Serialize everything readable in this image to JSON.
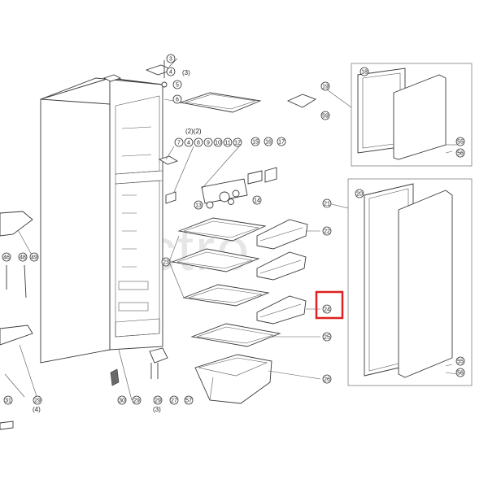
{
  "watermark": "electro",
  "highlight_color": "#e02020",
  "highlighted_callout": "24",
  "callouts": {
    "c3": "3",
    "c4": "4",
    "c5": "5",
    "c6": "6",
    "c7": "7",
    "c8": "8",
    "c9": "9",
    "c10": "10",
    "c11": "11",
    "c12": "12",
    "c13": "13",
    "c14": "14",
    "c15": "15",
    "c16": "16",
    "c17": "17",
    "c18": "18",
    "c19": "19",
    "c20": "20",
    "c21": "21",
    "c22": "22",
    "c23": "23",
    "c24": "24",
    "c25": "25",
    "c26": "26",
    "c27": "27",
    "c29a": "29",
    "c29b": "29",
    "c29c": "29",
    "c30": "30",
    "c31": "31",
    "c46": "46",
    "c48": "48",
    "c49": "49",
    "c55a": "55",
    "c55b": "55",
    "c56a": "56",
    "c56b": "56",
    "c57": "57",
    "c59": "59"
  },
  "qty_notes": {
    "q4_3": "(3)",
    "q2_2": "(2)(2)",
    "q29_3": "(3)",
    "q29_4": "(4)"
  }
}
